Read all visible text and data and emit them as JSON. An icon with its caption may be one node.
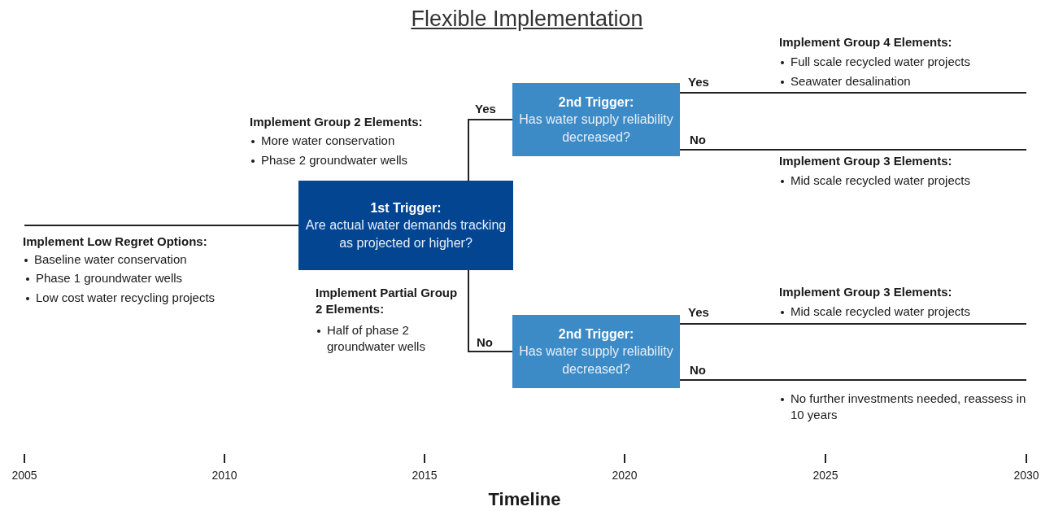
{
  "diagram": {
    "title": "Flexible Implementation",
    "nodes": [
      {
        "text": [
          "1st Trigger:",
          "Are actual water demands tracking as projected or higher?"
        ]
      },
      {
        "text": [
          "2nd Trigger:",
          "Has water supply reliability decreased?"
        ]
      },
      {
        "text": [
          "2nd Trigger:",
          "Has water supply reliability decreased?"
        ]
      }
    ],
    "edges": [
      {
        "from": null,
        "to": 0,
        "arrow": "none"
      },
      {
        "from": 0,
        "to": 1,
        "arrow": "none",
        "label": "Yes"
      },
      {
        "from": 0,
        "to": 2,
        "arrow": "none",
        "label": "No"
      },
      {
        "from": 1,
        "to": null,
        "arrow": "none",
        "label": "Yes"
      },
      {
        "from": 1,
        "to": null,
        "arrow": "none",
        "label": "No"
      },
      {
        "from": 2,
        "to": null,
        "arrow": "none",
        "label": "Yes"
      },
      {
        "from": 2,
        "to": null,
        "arrow": "none",
        "label": "No"
      }
    ],
    "labels": [
      "Implement Group 4 Elements:",
      "Full scale recycled water projects",
      "Seawater desalination",
      "Implement Group 2 Elements:",
      "More water conservation",
      "Phase 2 groundwater wells",
      "Implement Group 3 Elements:",
      "Mid scale recycled water projects",
      "Implement Low Regret Options:",
      "Baseline water conservation",
      "Phase 1 groundwater wells",
      "Low cost water recycling projects",
      "Implement Partial Group 2 Elements:",
      "Half of phase 2 groundwater wells",
      "Implement Group 3 Elements:",
      "Mid scale recycled water projects",
      "No further investments needed, reassess in 10 years",
      "2005",
      "2010",
      "2015",
      "2020",
      "2025",
      "2030",
      "Timeline"
    ]
  }
}
